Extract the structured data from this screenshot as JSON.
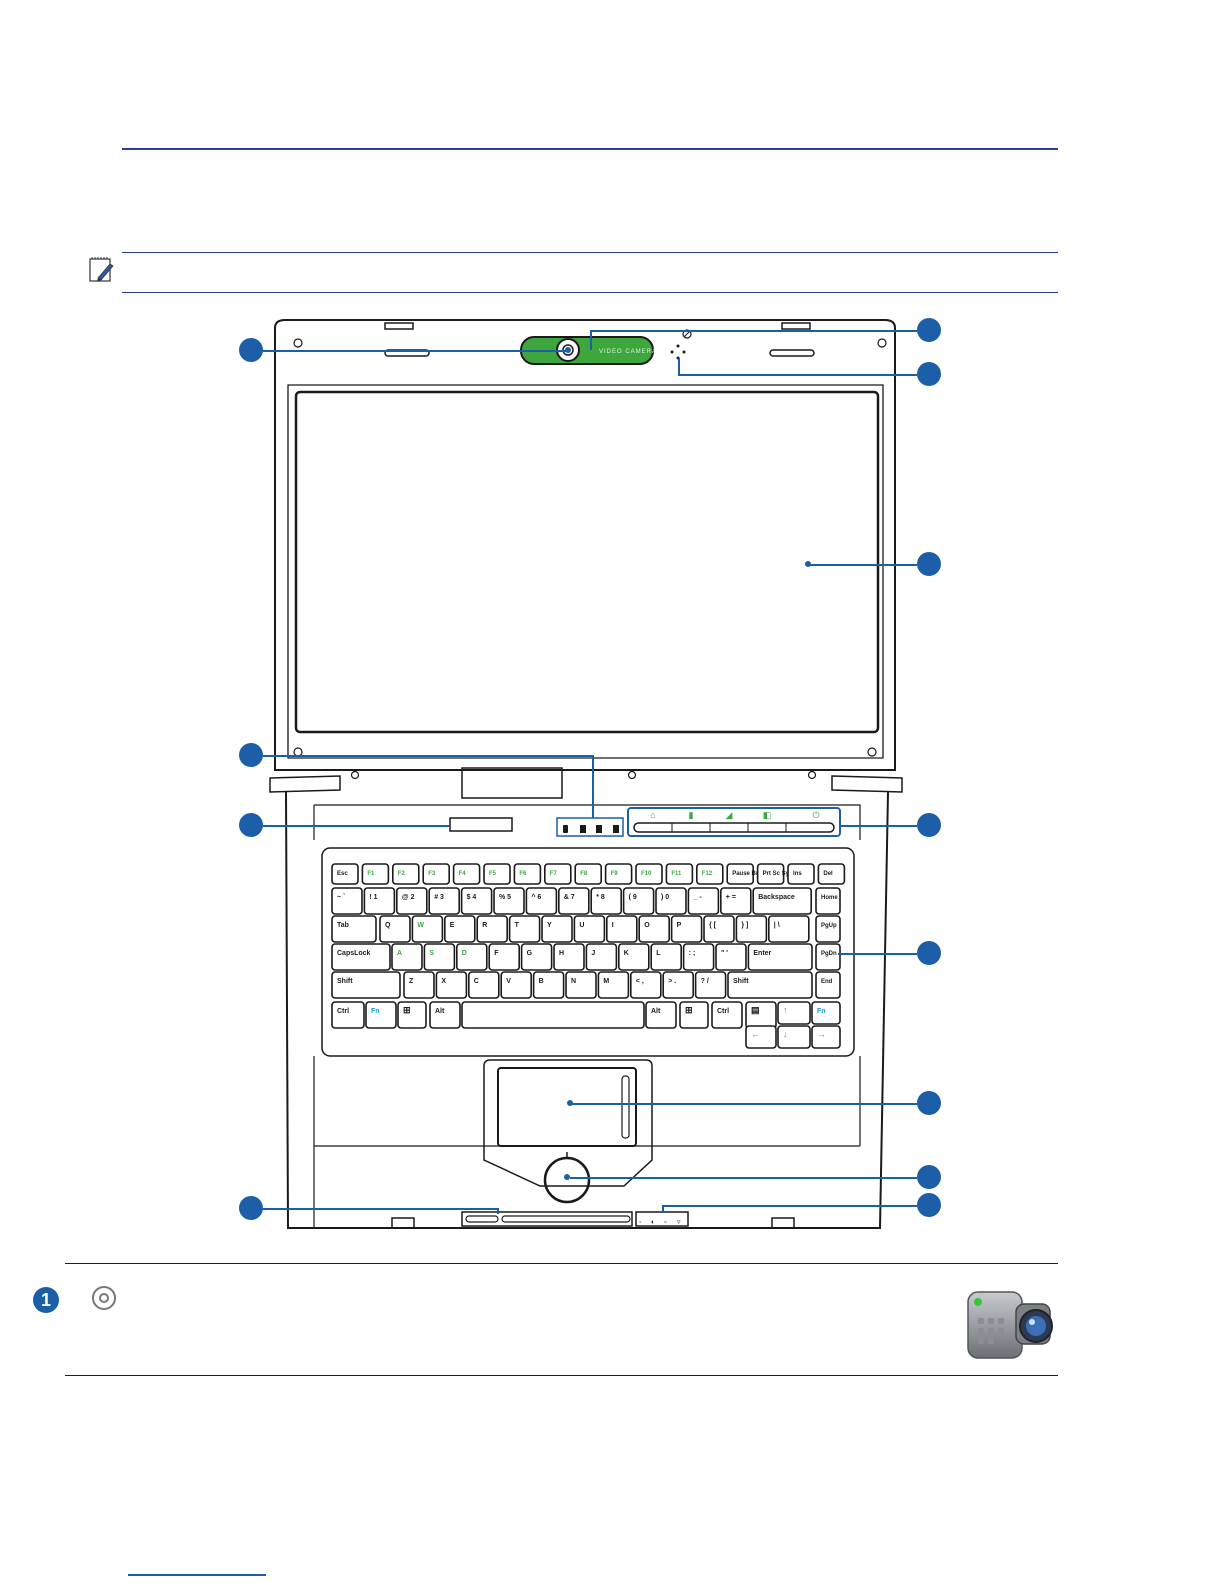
{
  "colors": {
    "accent": "#1c5fa8",
    "rule_dark": "#1a1a1a",
    "rule_blue": "#2c3e9c",
    "camera_green": "#3da63d"
  },
  "note_icon": "note-pencil-icon",
  "camera_module": {
    "label": "VIDEO CAMERA"
  },
  "keyboard": {
    "row_fn": [
      "Esc",
      "F1",
      "F2",
      "F3",
      "F4",
      "F5",
      "F6",
      "F7",
      "F8",
      "F9",
      "F10",
      "F11",
      "F12",
      "Pause Break",
      "Prt Sc Sys Rq",
      "Ins",
      "Del"
    ],
    "row_num": [
      "~ `",
      "! 1",
      "@ 2",
      "# 3",
      "$ 4",
      "% 5",
      "^ 6",
      "& 7",
      "* 8",
      "( 9",
      ") 0",
      "_ -",
      "+ ="
    ],
    "backspace": "Backspace",
    "home": "Home",
    "tab": "Tab",
    "row_q": [
      "Q",
      "W",
      "E",
      "R",
      "T",
      "Y",
      "U",
      "I",
      "O",
      "P",
      "{ [",
      "} ]",
      "| \\"
    ],
    "pgup": "PgUp",
    "capslock": "CapsLock",
    "row_a": [
      "A",
      "S",
      "D",
      "F",
      "G",
      "H",
      "J",
      "K",
      "L",
      ": ;",
      "\" '"
    ],
    "enter": "Enter",
    "pgdn": "PgDn",
    "lshift": "Shift",
    "row_z": [
      "Z",
      "X",
      "C",
      "V",
      "B",
      "N",
      "M",
      "< ,",
      "> .",
      "? /"
    ],
    "rshift": "Shift",
    "end": "End",
    "ctrl": "Ctrl",
    "fn": "Fn",
    "alt": "Alt"
  }
}
